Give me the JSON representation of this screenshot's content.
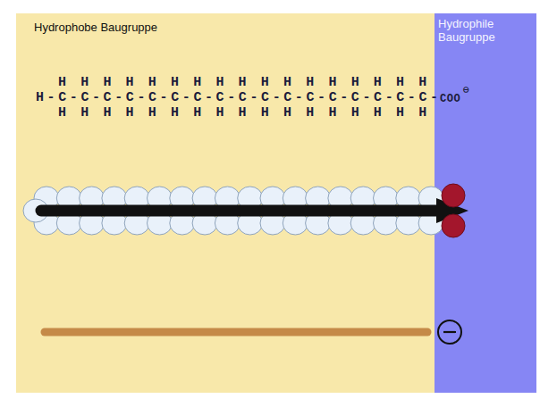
{
  "diagram": {
    "nodes": [
      {
        "text": [
          "Hydrophobe Baugruppe"
        ]
      },
      {
        "text": [
          "Hydrophile Baugruppe"
        ]
      }
    ],
    "labels": [
      "H H H H H H H H H H H H H H H H H",
      "H-C-C-C-C-C-C-C-C-C-C-C-C-C-C-C-C-C-",
      "COO",
      "⊖",
      "H H H H H H H H H H H H H H H H H"
    ]
  }
}
